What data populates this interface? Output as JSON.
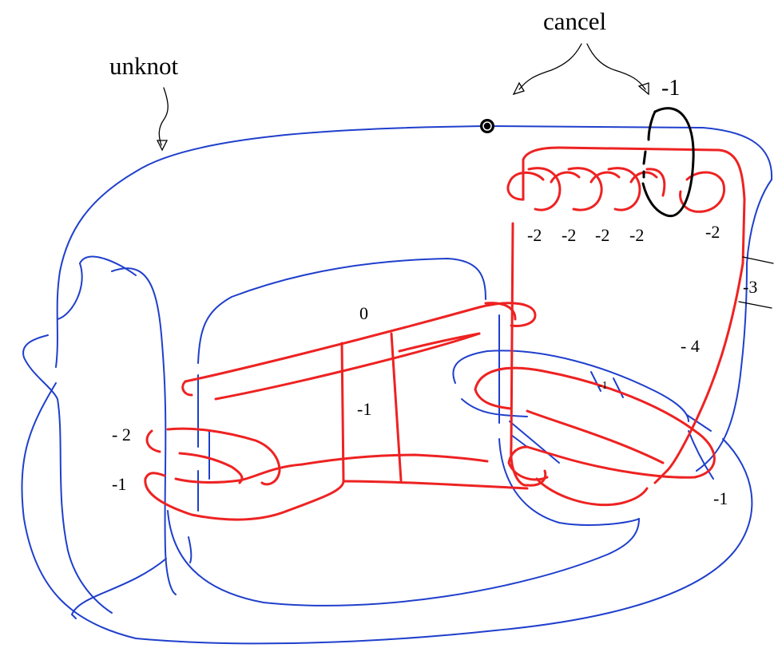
{
  "annotations": {
    "unknot": "unknot",
    "cancel": "cancel"
  },
  "coefficients": {
    "black_circle": "-1",
    "chain_1": "-2",
    "chain_2": "-2",
    "chain_3": "-2",
    "chain_4": "-2",
    "chain_5": "-2",
    "box_right": "-3",
    "right_strand": "- 4",
    "top_band": "0",
    "center_band": "-1",
    "left_upper": "- 2",
    "left_lower": "-1",
    "bottom_right": "-1",
    "small_band": "-1"
  },
  "colors": {
    "blue": "#1f3fcc",
    "red": "#ee2222",
    "black": "#000000"
  }
}
